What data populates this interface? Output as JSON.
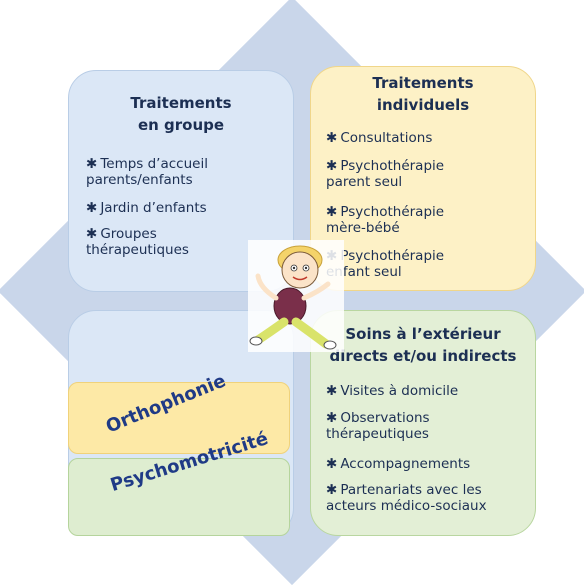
{
  "group": {
    "title_line1": "Traitements",
    "title_line2": "en groupe",
    "items": [
      {
        "line1": "Temps d’accueil",
        "line2": "parents/enfants"
      },
      {
        "line1": "Jardin d’enfants",
        "line2": ""
      },
      {
        "line1": "Groupes",
        "line2": "thérapeutiques"
      }
    ]
  },
  "individual": {
    "title_line1": "Traitements",
    "title_line2": "individuels",
    "items": [
      {
        "line1": "Consultations",
        "line2": ""
      },
      {
        "line1": "Psychothérapie",
        "line2": "parent seul"
      },
      {
        "line1": "Psychothérapie",
        "line2": "mère-bébé"
      },
      {
        "line1": "Psychothérapie",
        "line2": "enfant seul"
      }
    ]
  },
  "outside": {
    "title_line1": "Soins à l’extérieur",
    "title_line2": "directs et/ou indirects",
    "items": [
      {
        "line1": "Visites à domicile",
        "line2": ""
      },
      {
        "line1": "Observations",
        "line2": "thérapeutiques"
      },
      {
        "line1": "Accompagnements",
        "line2": ""
      },
      {
        "line1": "Partenariats avec les",
        "line2": "acteurs médico-sociaux"
      }
    ]
  },
  "therapies": {
    "speech": "Orthophonie",
    "psychomotor": "Psychomotricité"
  },
  "bullet": "✱",
  "colors": {
    "diamond": "#c9d6ea",
    "group_box": "#dbe7f6",
    "individual_box": "#fdf1c6",
    "outside_box": "#e3efd6",
    "text": "#1c2f53",
    "rotated_text": "#1f3a86"
  }
}
